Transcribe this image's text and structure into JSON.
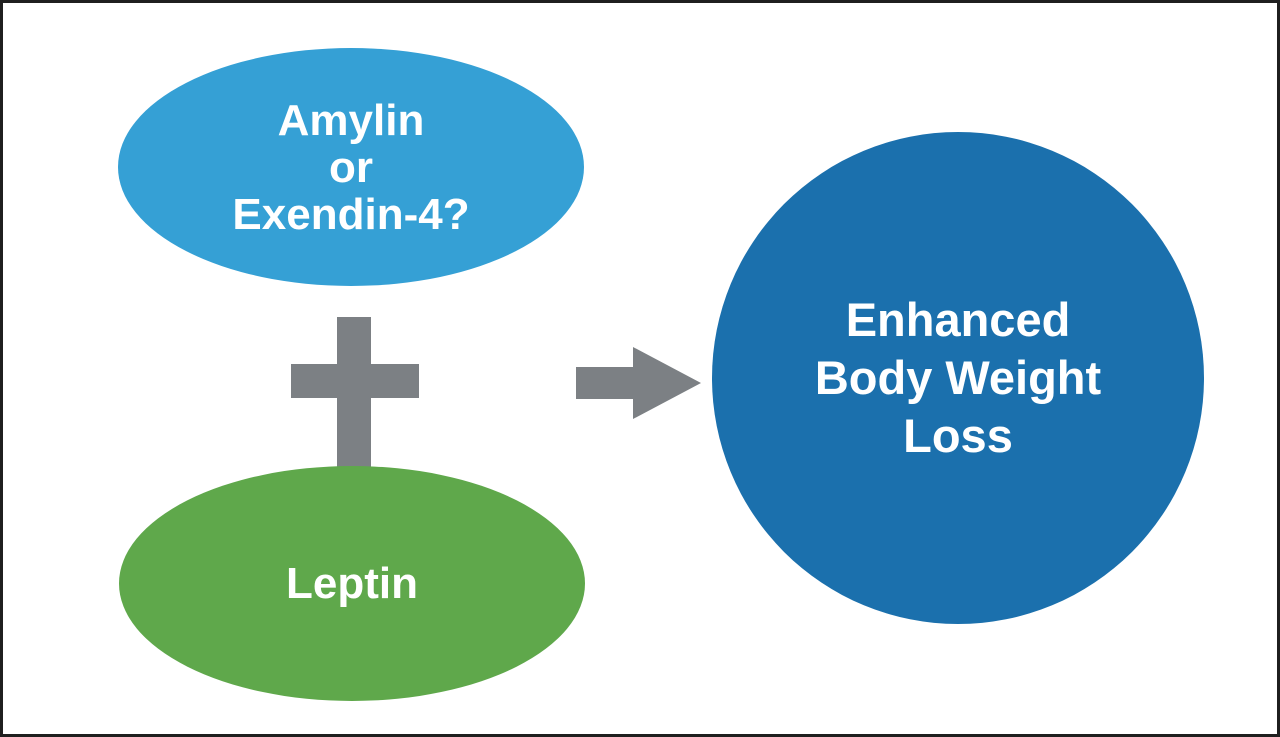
{
  "figure": {
    "background": "#ffffff",
    "border_color": "#1f1f1f"
  },
  "colors": {
    "amylin_node": "#35a0d5",
    "leptin_node": "#5fa84b",
    "outcome_node": "#1b70ad",
    "operator_gray": "#7c8084",
    "label_text": "#ffffff"
  },
  "nodes": {
    "amylin": {
      "lines": [
        "Amylin",
        "or",
        "Exendin-4?"
      ]
    },
    "leptin": {
      "label": "Leptin"
    },
    "outcome": {
      "lines": [
        "Enhanced",
        "Body Weight",
        "Loss"
      ]
    }
  },
  "icons": {
    "plus": "plus-icon",
    "arrow": "arrow-right-icon"
  }
}
